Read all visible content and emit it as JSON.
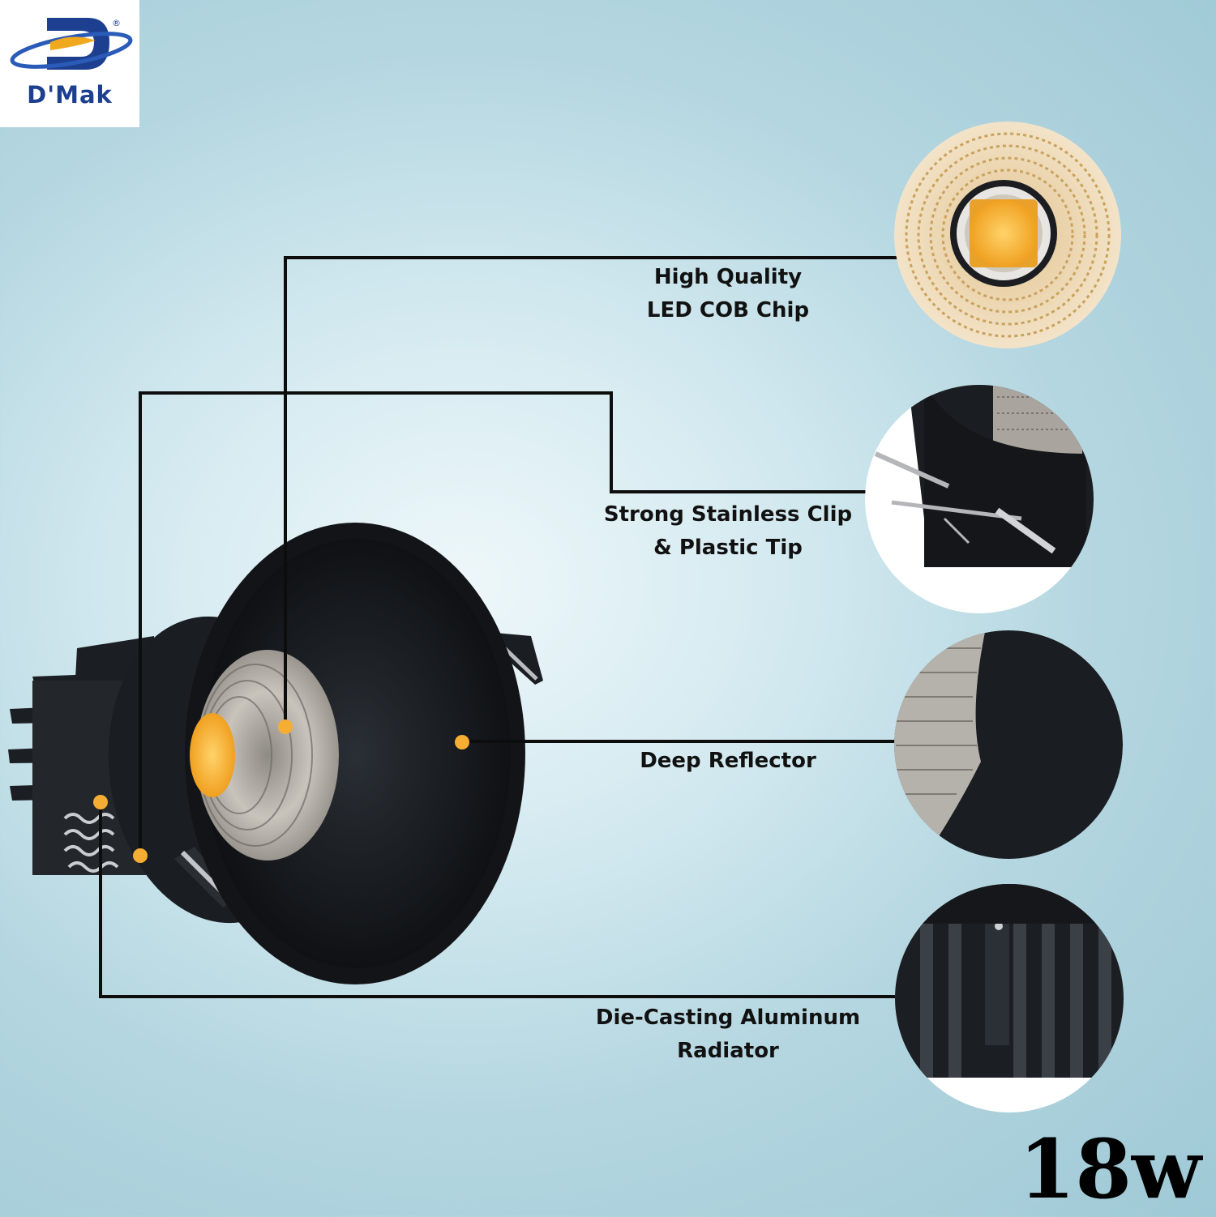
{
  "brand": {
    "name": "D'Mak",
    "registered_mark": "®",
    "colors": {
      "blue": "#1d3f8f",
      "gold": "#f0a81e"
    }
  },
  "callouts": [
    {
      "id": "cob-chip",
      "lines": [
        "High Quality",
        "LED COB Chip"
      ],
      "icon": "cob-chip-closeup"
    },
    {
      "id": "clip",
      "lines": [
        "Strong Stainless Clip",
        "& Plastic Tip"
      ],
      "icon": "spring-clip-closeup"
    },
    {
      "id": "reflector",
      "lines": [
        "Deep Reflector"
      ],
      "icon": "reflector-closeup"
    },
    {
      "id": "radiator",
      "lines": [
        "Die-Casting Aluminum",
        "Radiator"
      ],
      "icon": "radiator-fins-closeup"
    }
  ],
  "wattage": "18w",
  "colors": {
    "marker": "#f5ae33",
    "housing": "#16191d",
    "leader_line": "#0d0d0d"
  }
}
